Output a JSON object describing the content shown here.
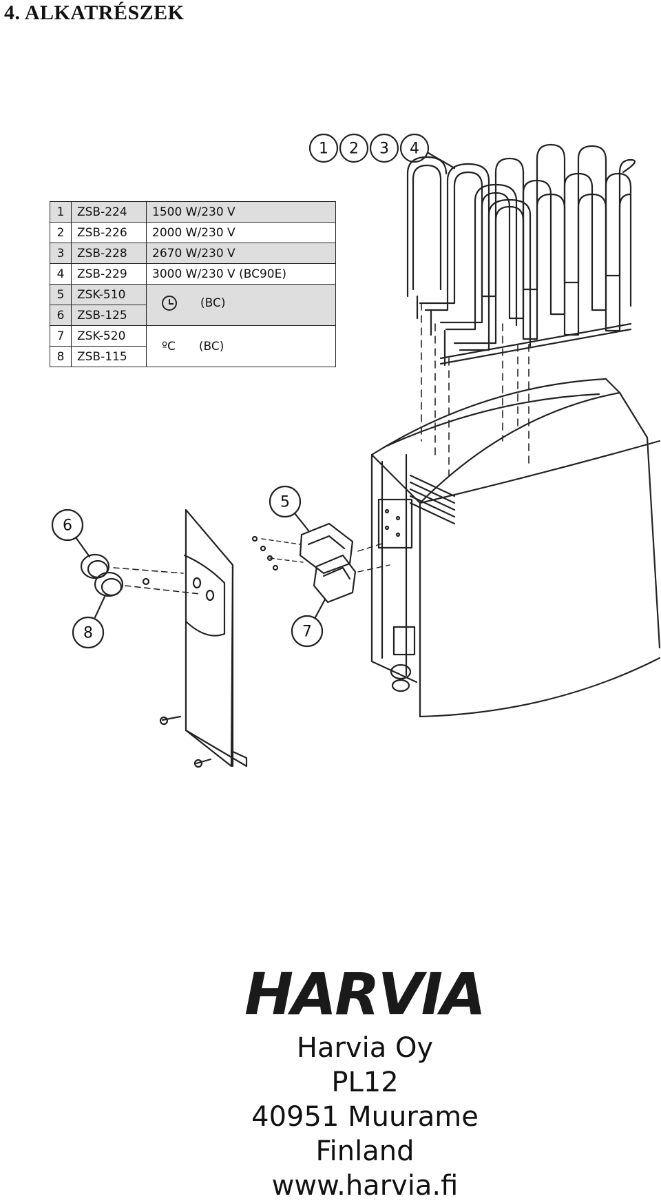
{
  "heading": "4.   ALKATRÉSZEK",
  "parts": [
    {
      "num": "1",
      "code": "ZSB-224",
      "spec": "1500 W/230 V"
    },
    {
      "num": "2",
      "code": "ZSB-226",
      "spec": "2000 W/230 V"
    },
    {
      "num": "3",
      "code": "ZSB-228",
      "spec": "2670 W/230 V"
    },
    {
      "num": "4",
      "code": "ZSB-229",
      "spec": "3000 W/230 V (BC90E)"
    },
    {
      "num": "5",
      "code": "ZSK-510"
    },
    {
      "num": "6",
      "code": "ZSB-125"
    },
    {
      "num": "7",
      "code": "ZSK-520"
    },
    {
      "num": "8",
      "code": "ZSB-115"
    }
  ],
  "group_timer": {
    "label": "(BC)",
    "icon": "clock-icon"
  },
  "group_temp": {
    "symbol": "ºC",
    "label": "(BC)"
  },
  "callouts": [
    "1",
    "2",
    "3",
    "4",
    "5",
    "6",
    "7",
    "8"
  ],
  "logo": "HARVIA",
  "address": {
    "company": "Harvia Oy",
    "box": "PL12",
    "city": "40951 Muurame",
    "country": "Finland",
    "web": "www.harvia.fi"
  }
}
